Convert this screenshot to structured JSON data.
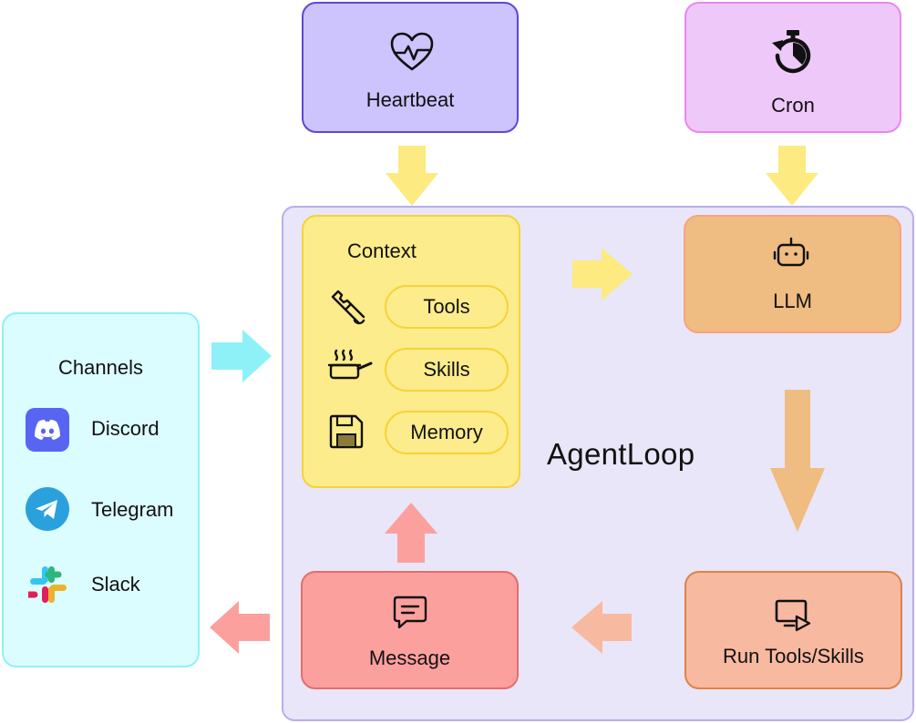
{
  "heartbeat": {
    "label": "Heartbeat",
    "icon": "heart-pulse-icon"
  },
  "cron": {
    "label": "Cron",
    "icon": "stopwatch-icon"
  },
  "agentloop": {
    "title": "AgentLoop"
  },
  "context": {
    "title": "Context",
    "items": [
      {
        "label": "Tools",
        "icon": "wrench-icon"
      },
      {
        "label": "Skills",
        "icon": "cooking-pan-icon"
      },
      {
        "label": "Memory",
        "icon": "floppy-disk-icon"
      }
    ]
  },
  "llm": {
    "label": "LLM",
    "icon": "robot-icon"
  },
  "run_tools": {
    "label": "Run Tools/Skills",
    "icon": "screen-play-icon"
  },
  "message": {
    "label": "Message",
    "icon": "chat-message-icon"
  },
  "channels": {
    "title": "Channels",
    "items": [
      {
        "label": "Discord",
        "icon": "discord-icon"
      },
      {
        "label": "Telegram",
        "icon": "telegram-icon"
      },
      {
        "label": "Slack",
        "icon": "slack-icon"
      }
    ]
  },
  "colors": {
    "heartbeat_bg": "#cdc3fd",
    "cron_bg": "#efc8fa",
    "context_bg": "#fdec8c",
    "llm_bg": "#efbc81",
    "run_tools_bg": "#f8b9a1",
    "message_bg": "#fca09e",
    "channels_bg": "#dcfdff",
    "agentloop_bg": "#e8e6f8",
    "arrow_yellow": "#fdea80",
    "arrow_orange": "#efbc81",
    "arrow_salmon": "#f8b9a1",
    "arrow_red": "#fca09e",
    "arrow_cyan": "#8ff1f8"
  }
}
